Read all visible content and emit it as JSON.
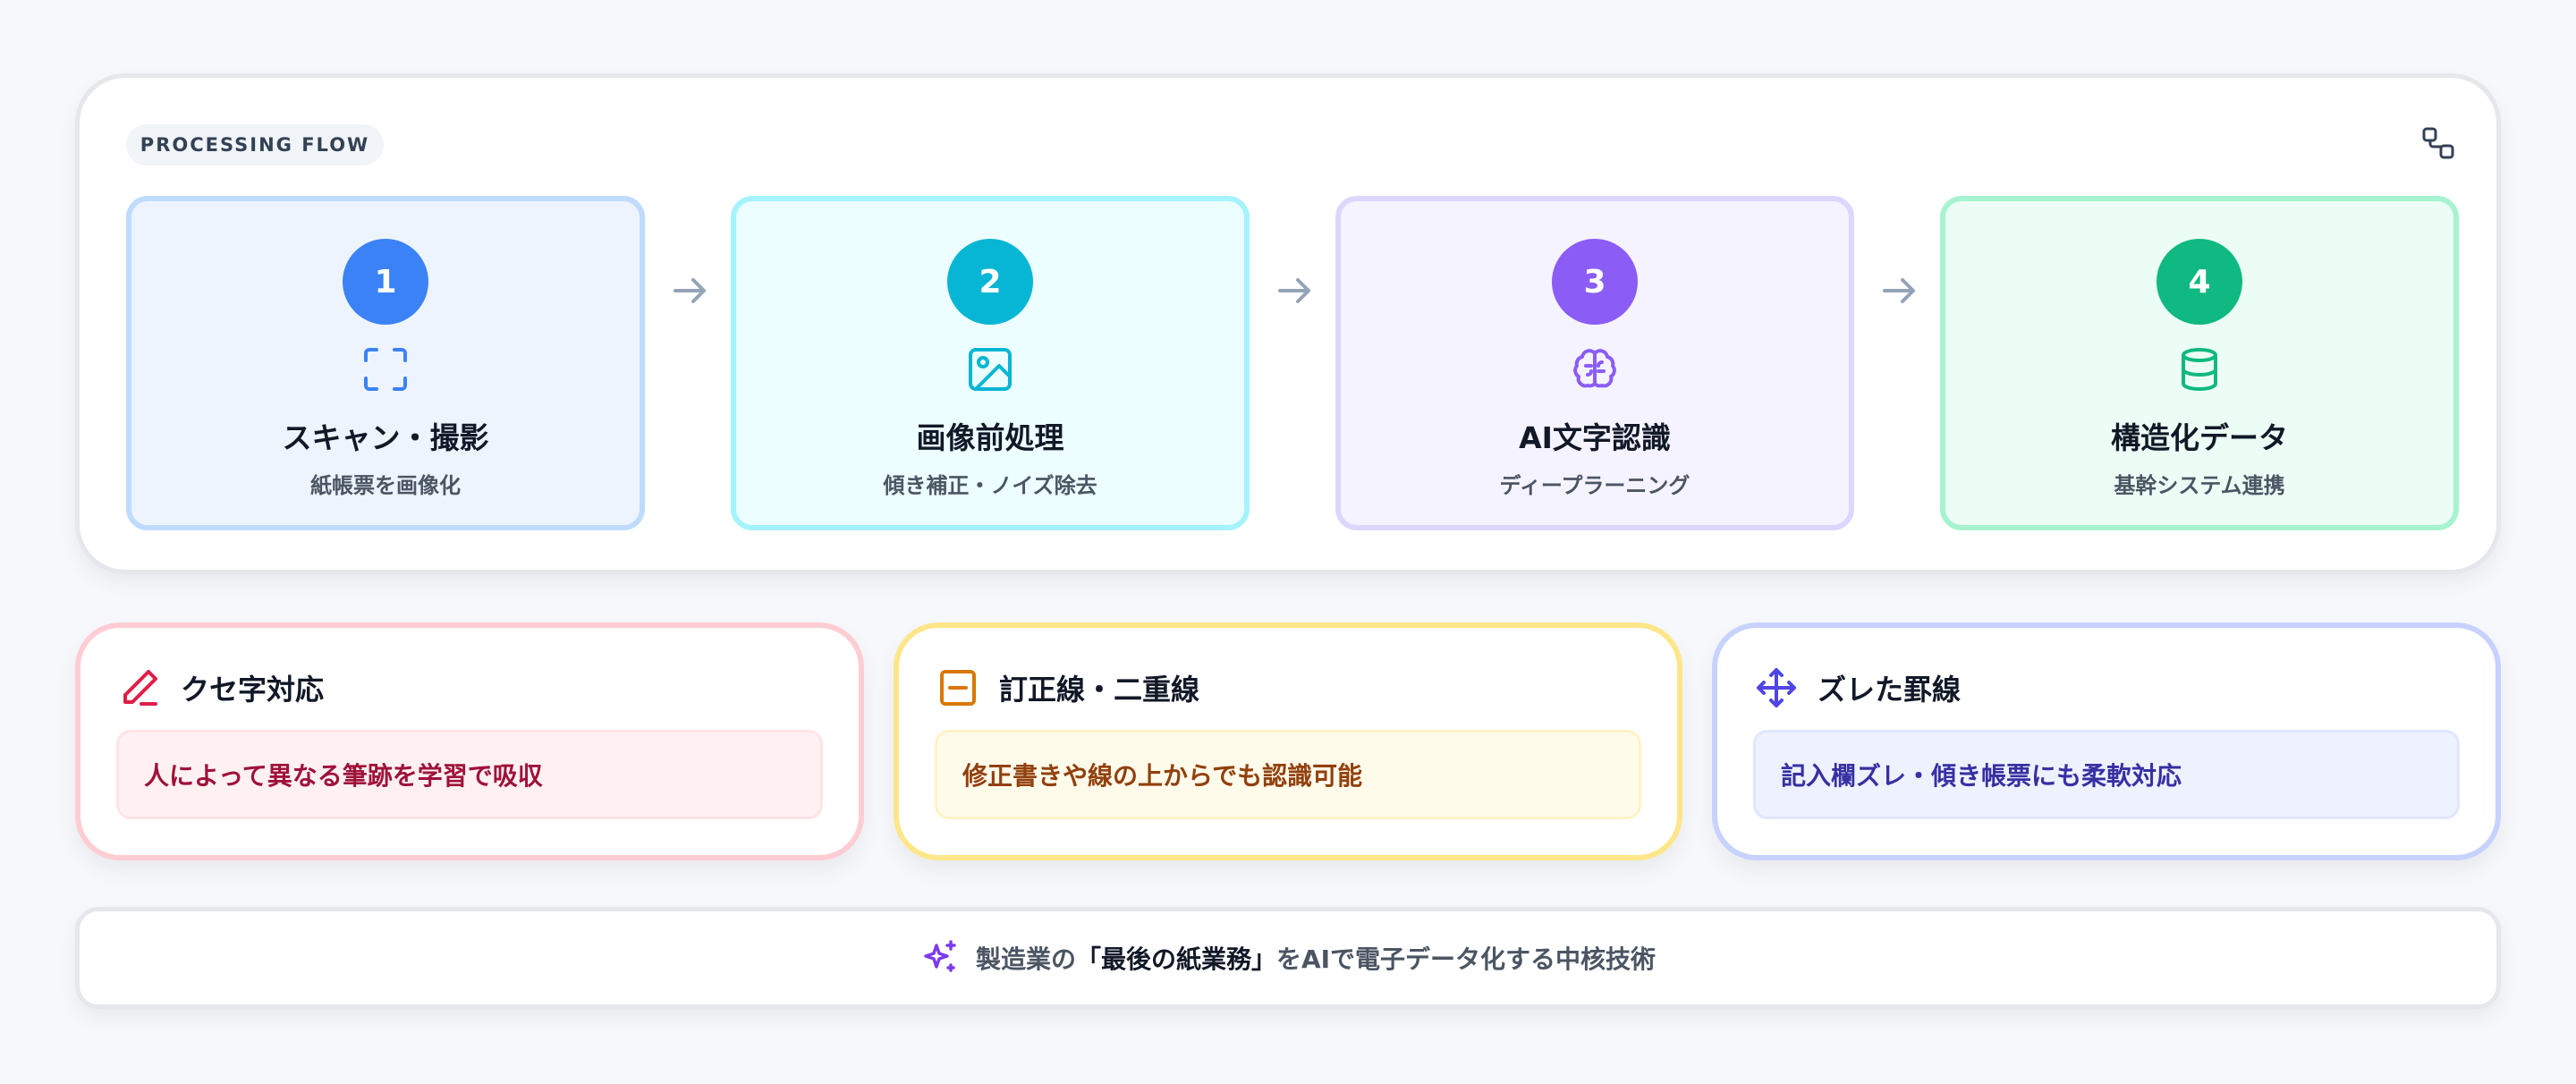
{
  "flow": {
    "label": "PROCESSING FLOW",
    "steps": [
      {
        "number": "1",
        "title": "スキャン・撮影",
        "subtitle": "紙帳票を画像化",
        "icon": "scan-frame-icon",
        "accent": "#3b82f6",
        "bg": "#eef4fe",
        "border": "#bfdbfe"
      },
      {
        "number": "2",
        "title": "画像前処理",
        "subtitle": "傾き補正・ノイズ除去",
        "icon": "image-icon",
        "accent": "#06b6d4",
        "bg": "#ecfeff",
        "border": "#a5f3fc"
      },
      {
        "number": "3",
        "title": "AI文字認識",
        "subtitle": "ディープラーニング",
        "icon": "brain-icon",
        "accent": "#8b5cf6",
        "bg": "#f5f3ff",
        "border": "#ddd6fe"
      },
      {
        "number": "4",
        "title": "構造化データ",
        "subtitle": "基幹システム連携",
        "icon": "database-icon",
        "accent": "#10b981",
        "bg": "#ecfdf5",
        "border": "#a7f3d0"
      }
    ]
  },
  "features": [
    {
      "title": "クセ字対応",
      "description": "人によって異なる筆跡を学習で吸収",
      "icon": "pen-icon",
      "accent": "#e11d48",
      "border": "#fecdd3",
      "body_bg": "#fff1f2",
      "body_border": "#ffe4e6",
      "text_color": "#9f1239"
    },
    {
      "title": "訂正線・二重線",
      "description": "修正書きや線の上からでも認識可能",
      "icon": "minus-square-icon",
      "accent": "#d97706",
      "border": "#fde68a",
      "body_bg": "#fffbeb",
      "body_border": "#fef3c7",
      "text_color": "#92400e"
    },
    {
      "title": "ズレた罫線",
      "description": "記入欄ズレ・傾き帳票にも柔軟対応",
      "icon": "move-icon",
      "accent": "#4f46e5",
      "border": "#c7d2fe",
      "body_bg": "#eef2ff",
      "body_border": "#e0e7ff",
      "text_color": "#3730a3"
    }
  ],
  "footer": {
    "prefix": "製造業の",
    "emphasis": "「最後の紙業務」",
    "suffix": "をAIで電子データ化する中核技術",
    "icon": "sparkles-icon"
  }
}
